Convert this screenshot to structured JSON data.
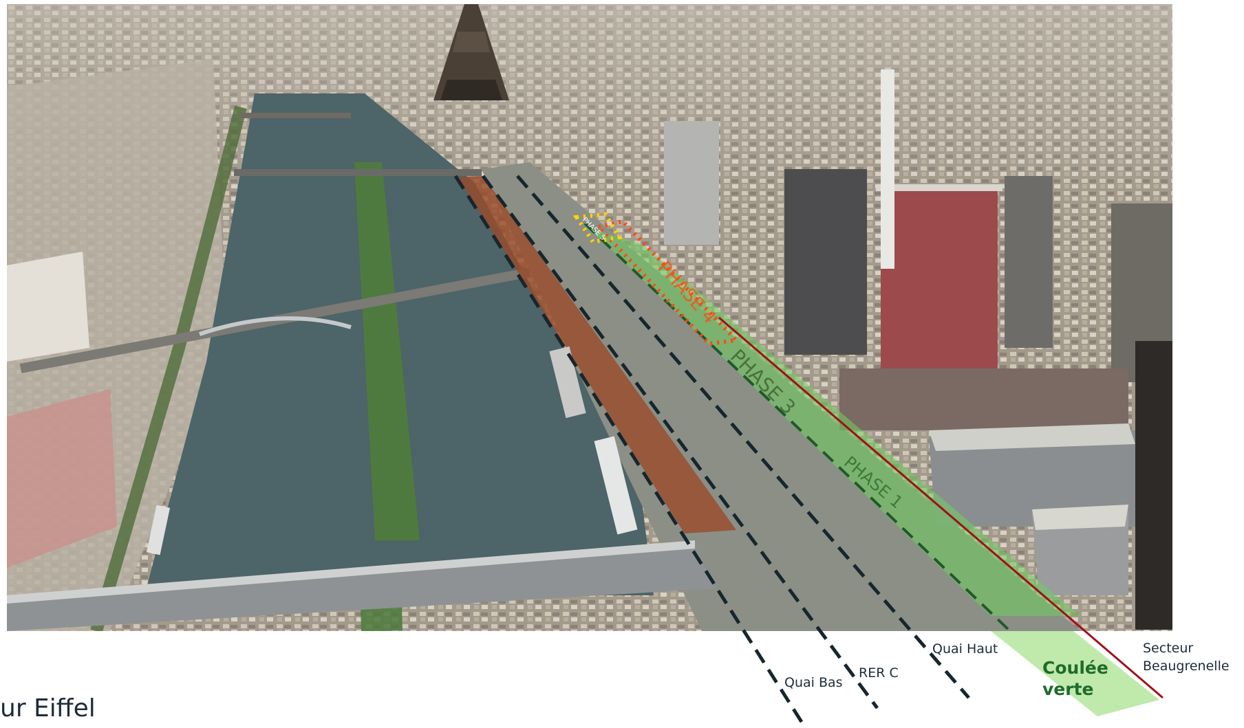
{
  "labels": {
    "quai_bas": "Quai Bas",
    "rer_c": "RER C",
    "quai_haut": "Quai Haut",
    "coulee_verte_1": "Coulée",
    "coulee_verte_2": "verte",
    "secteur_1": "Secteur",
    "secteur_2": "Beaugrenelle",
    "tour_eiffel": "ur Eiffel"
  },
  "phases": {
    "phase_1": "PHASE 1",
    "phase_3": "PHASE 3",
    "phase_4": "PHASE 4",
    "phase_5": "PHASE 5"
  },
  "colors": {
    "river": "#4d6468",
    "green_zone": "#6fcf5f",
    "brown_zone": "#9a4a28",
    "secteur_line": "#a0101a",
    "dash_lines": "#16262e",
    "phase4_dots": "#ff4a12",
    "phase5_dots": "#ffd400"
  }
}
